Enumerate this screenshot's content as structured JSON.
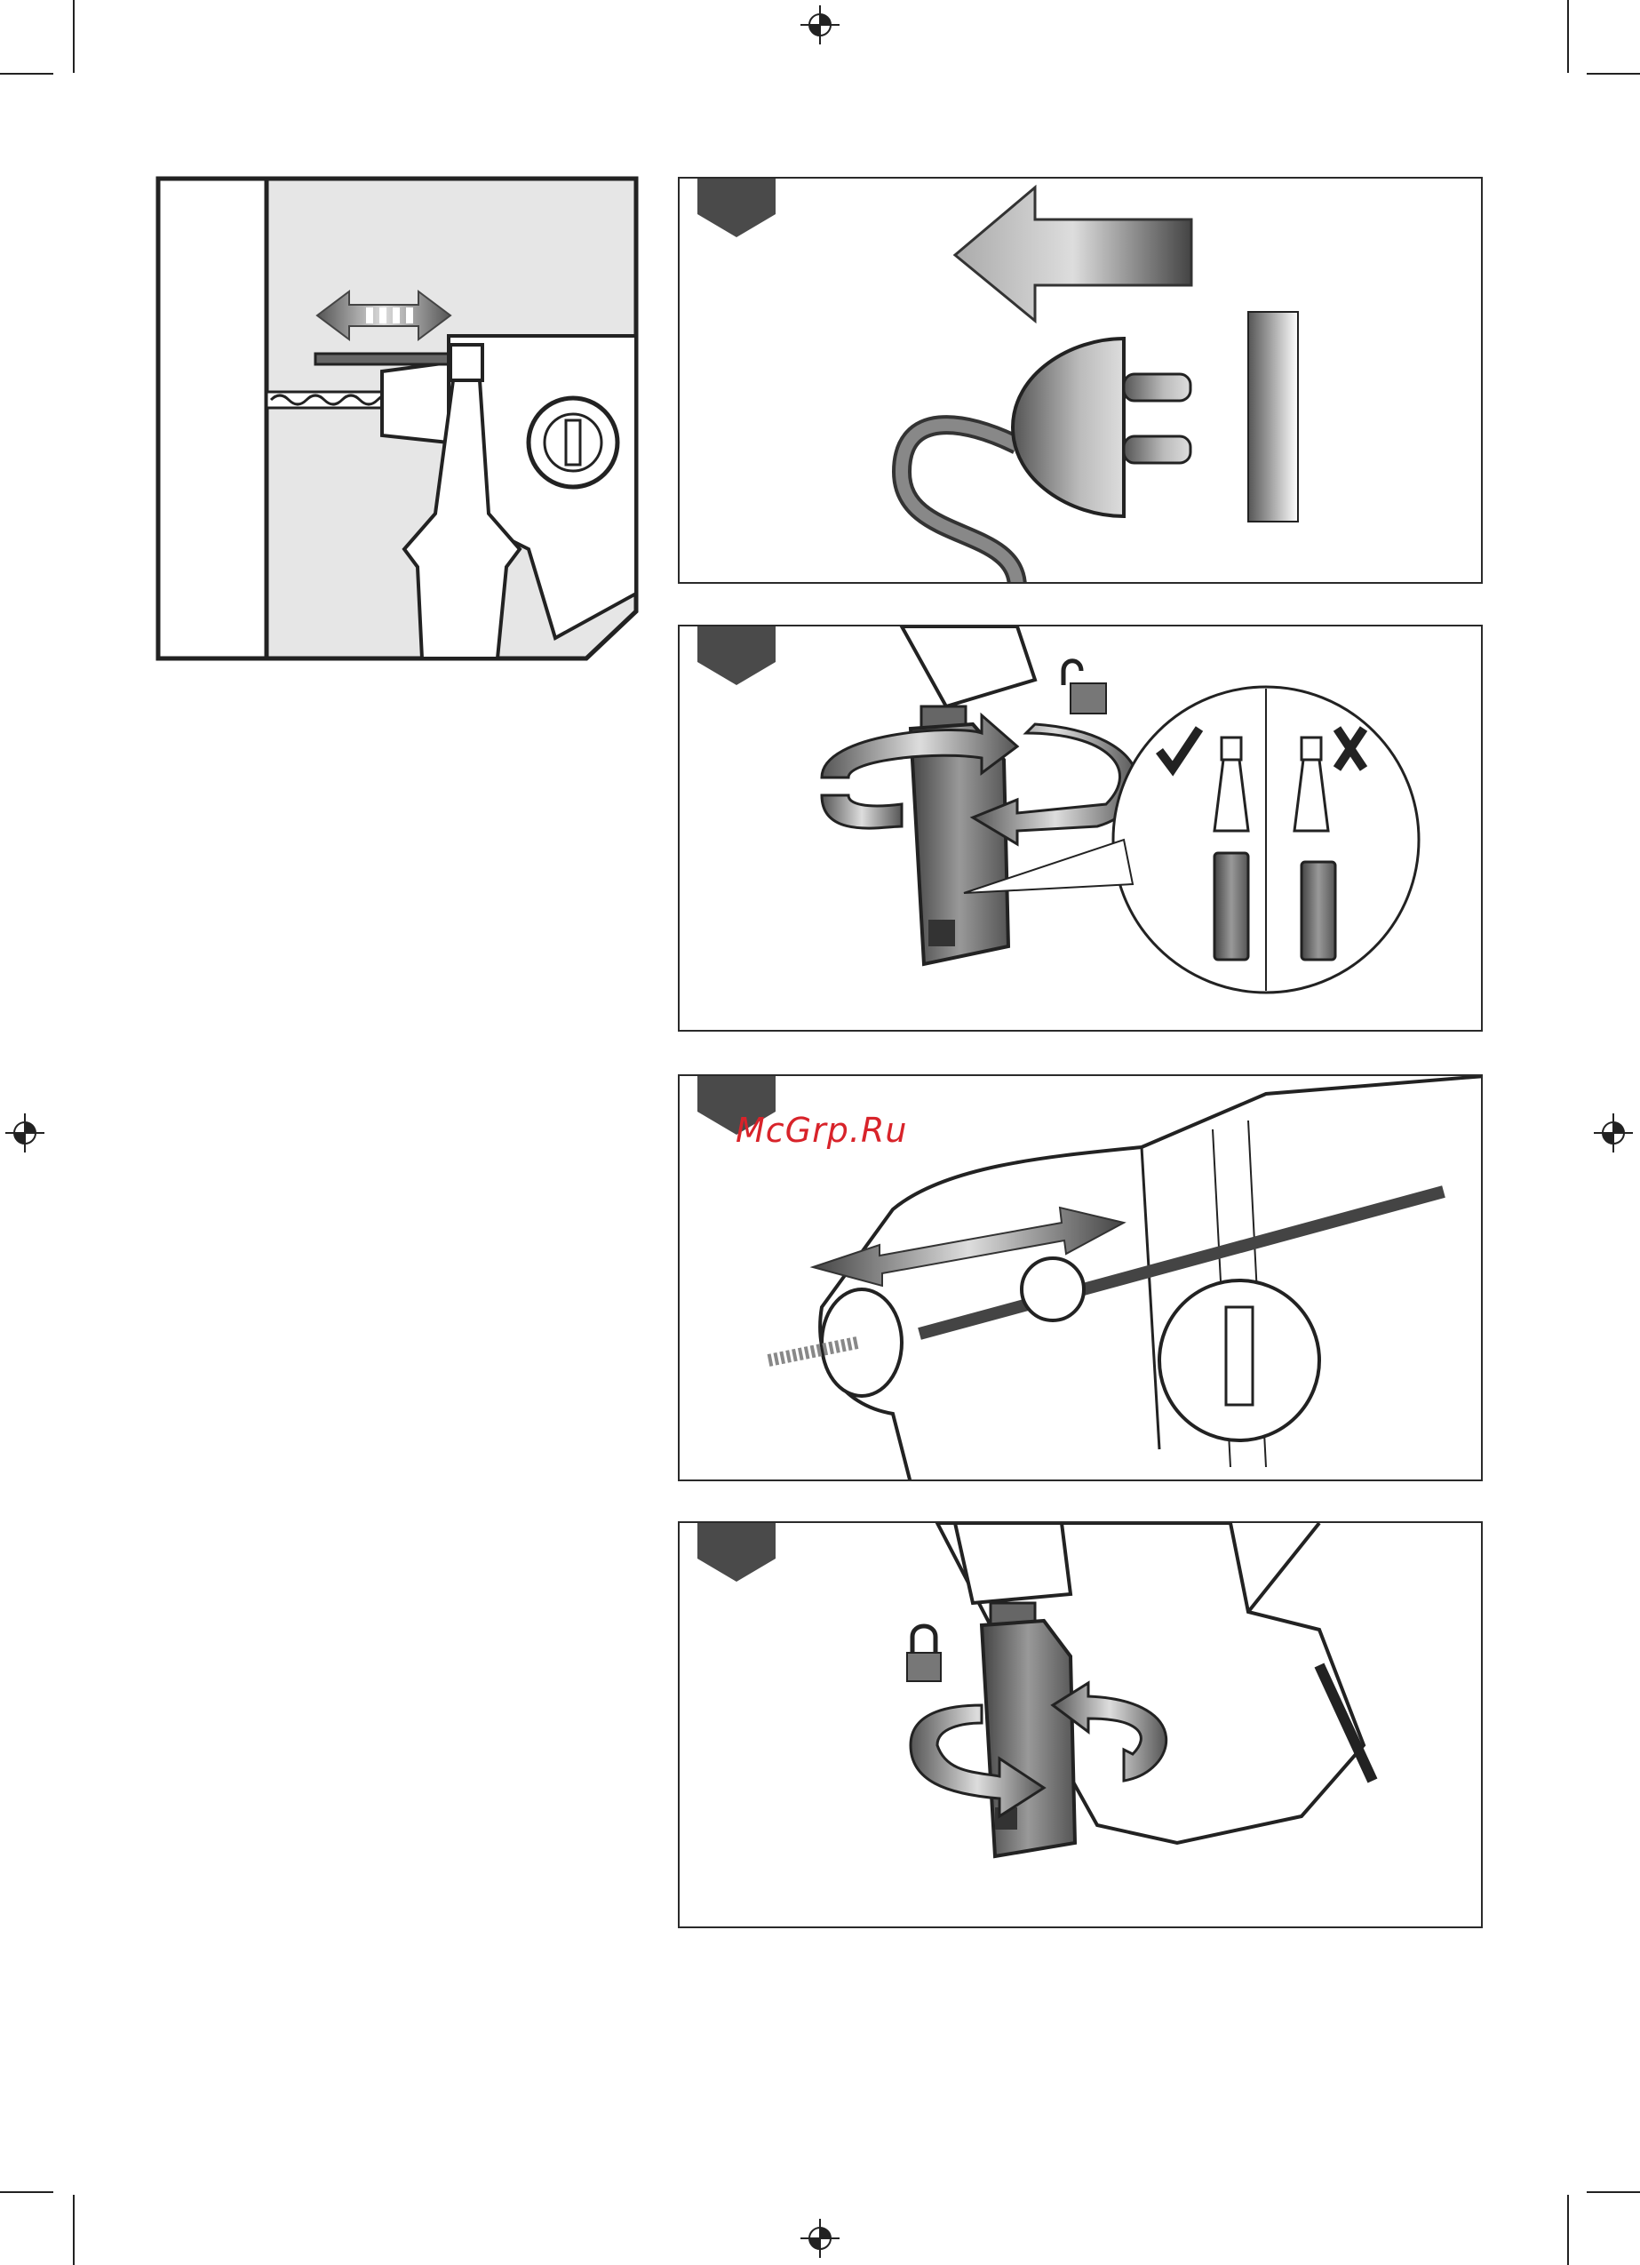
{
  "watermark": {
    "text": "McGrp.Ru",
    "color": "#d8232a"
  },
  "colors": {
    "flag": "#4a4a4a",
    "panel_border": "#2a2a2a",
    "shade": "#8a8a8a",
    "light": "#e6e6e6"
  },
  "figures": [
    {
      "id": "fig-drill-depth",
      "icons": [
        "depth-stop-rod-icon",
        "double-arrow-icon",
        "drill-bit-icon"
      ]
    },
    {
      "id": "fig-unplug",
      "icons": [
        "plug-icon",
        "arrow-left-icon",
        "socket-icon"
      ]
    },
    {
      "id": "fig-handle-loosen",
      "icons": [
        "unlock-icon",
        "rotate-arrow-icon",
        "check-icon",
        "cross-icon"
      ]
    },
    {
      "id": "fig-depth-rod-insert",
      "icons": [
        "depth-rod-icon",
        "double-arrow-icon"
      ]
    },
    {
      "id": "fig-handle-tighten",
      "icons": [
        "lock-icon",
        "rotate-arrow-icon"
      ]
    }
  ]
}
